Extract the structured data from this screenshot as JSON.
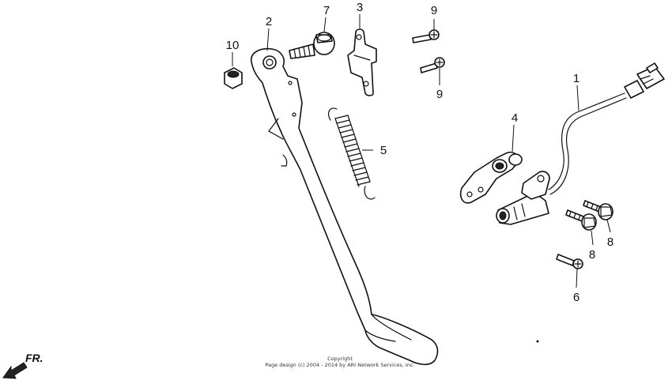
{
  "callouts": [
    {
      "id": "1",
      "label": "1"
    },
    {
      "id": "2",
      "label": "2"
    },
    {
      "id": "3",
      "label": "3"
    },
    {
      "id": "4",
      "label": "4"
    },
    {
      "id": "5",
      "label": "5"
    },
    {
      "id": "6",
      "label": "6"
    },
    {
      "id": "7",
      "label": "7"
    },
    {
      "id": "8a",
      "label": "8"
    },
    {
      "id": "8b",
      "label": "8"
    },
    {
      "id": "9a",
      "label": "9"
    },
    {
      "id": "9b",
      "label": "9"
    },
    {
      "id": "10",
      "label": "10"
    }
  ],
  "direction_label": "FR.",
  "copyright": {
    "line1": "Copyright",
    "line2": "Page design (c) 2004 - 2014 by ARI Network Services, Inc."
  }
}
